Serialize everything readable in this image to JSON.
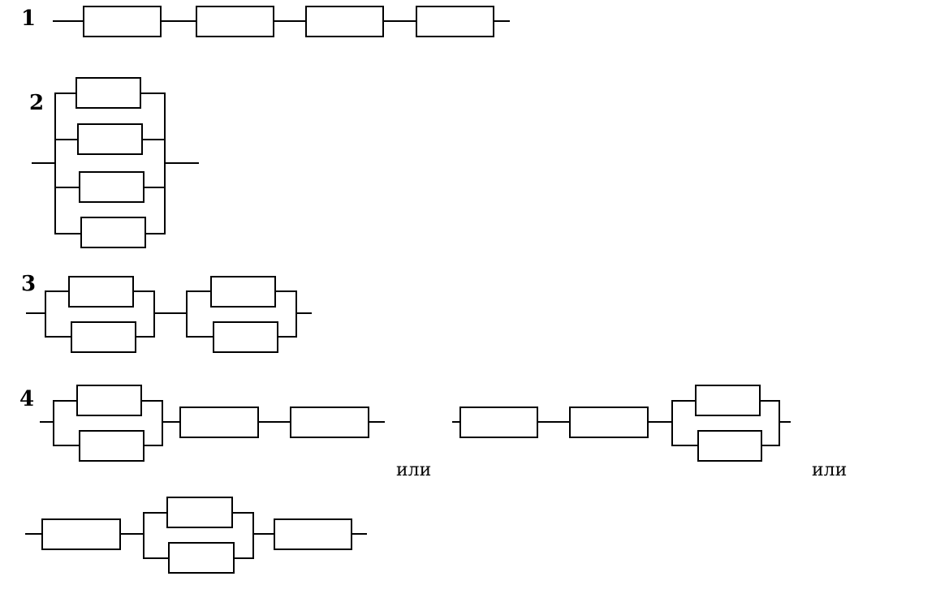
{
  "diagrams": [
    {
      "label": "1"
    },
    {
      "label": "2"
    },
    {
      "label": "3"
    },
    {
      "label": "4"
    }
  ],
  "connectors": [
    "или",
    "или"
  ],
  "colors": {
    "line": "#000000",
    "background": "#ffffff"
  }
}
